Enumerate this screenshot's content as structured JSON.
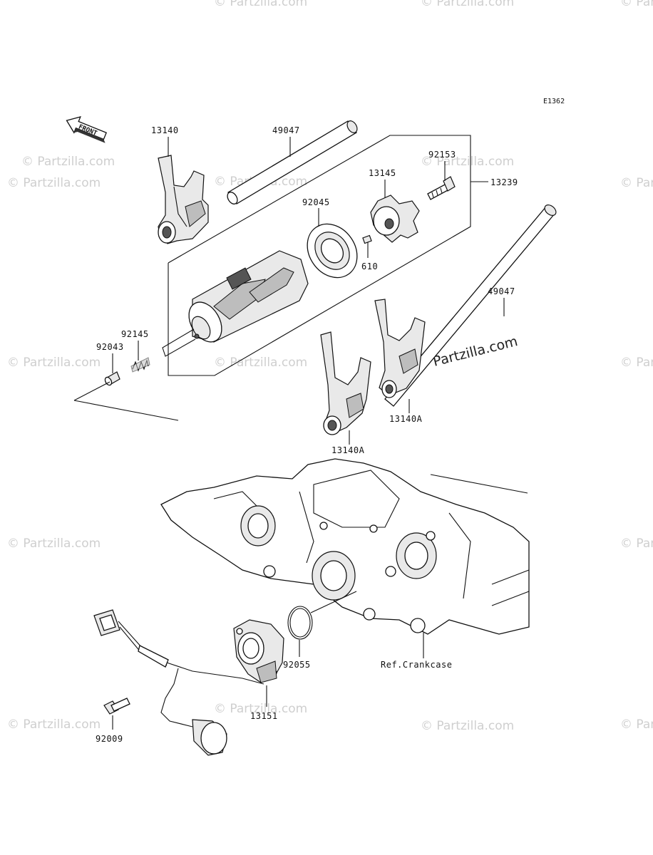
{
  "diagram_code": "E1362",
  "front_label": "FRONT",
  "watermark": "© Partzilla.com",
  "labels": {
    "p13140": "13140",
    "p49047_top": "49047",
    "p92153": "92153",
    "p13145": "13145",
    "p13239": "13239",
    "p92045": "92045",
    "p610": "610",
    "p49047_right": "49047",
    "p92145": "92145",
    "p92043": "92043",
    "p13140A_right": "13140A",
    "p13140A_left": "13140A",
    "p92055": "92055",
    "ref_crankcase": "Ref.Crankcase",
    "p13151": "13151",
    "p92009": "92009"
  }
}
